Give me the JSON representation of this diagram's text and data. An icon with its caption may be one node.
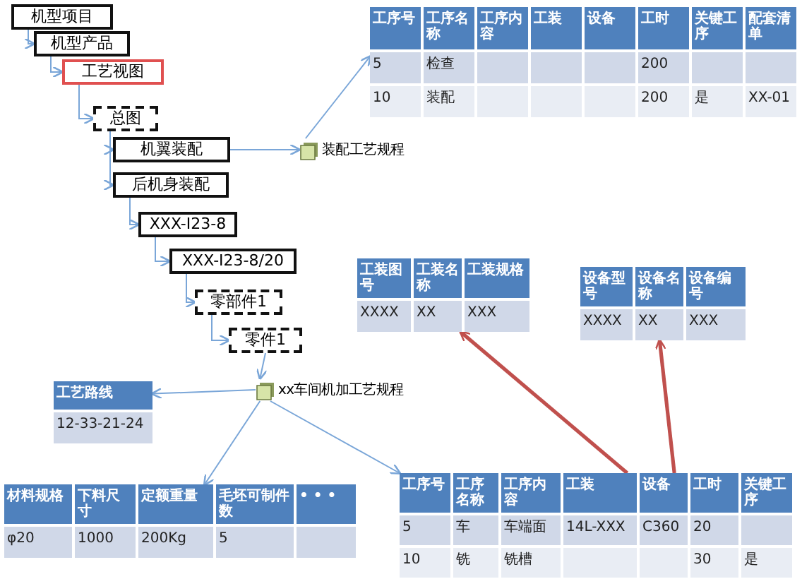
{
  "diagram": {
    "nodes": [
      {
        "text": [
          "机型项目"
        ]
      },
      {
        "text": [
          "机型产品"
        ]
      },
      {
        "text": [
          "工艺视图"
        ]
      },
      {
        "text": [
          "总图"
        ]
      },
      {
        "text": [
          "机翼装配"
        ]
      },
      {
        "text": [
          "后机身装配"
        ]
      },
      {
        "text": [
          "XXX-I23-8"
        ]
      },
      {
        "text": [
          "XXX-I23-8/20"
        ]
      },
      {
        "text": [
          "零部件1"
        ]
      },
      {
        "text": [
          "零件1"
        ]
      },
      {
        "text": [
          "装配工艺规程"
        ]
      },
      {
        "text": [
          "工序号",
          "工序名称",
          "工序内容",
          "工装",
          "设备",
          "工时",
          "关键工序",
          "配套清单",
          "5",
          "检查",
          "200",
          "10",
          "装配",
          "200",
          "是",
          "XX-01"
        ]
      },
      {
        "text": [
          "工装图号",
          "工装名称",
          "工装规格",
          "XXXX",
          "XX",
          "XXX"
        ]
      },
      {
        "text": [
          "设备型号",
          "设备名称",
          "设备编号",
          "XXXX",
          "XX",
          "XXX"
        ]
      },
      {
        "text": [
          "xx车间机加工艺规程"
        ]
      },
      {
        "text": [
          "工艺路线",
          "12-33-21-24"
        ]
      },
      {
        "text": [
          "材料规格",
          "下料尺寸",
          "定额重量",
          "毛坯可制件数",
          "• • •",
          "φ20",
          "1000",
          "200Kg",
          "5"
        ]
      },
      {
        "text": [
          "工序号",
          "工序名称",
          "工序内容",
          "工装",
          "设备",
          "工时",
          "关键工序",
          "5",
          "车",
          "车端面",
          "14L-XXX",
          "C360",
          "20",
          "10",
          "铣",
          "铣槽",
          "30",
          "是"
        ]
      }
    ],
    "edges": [
      {
        "from": 0,
        "to": 1,
        "arrow": "to"
      },
      {
        "from": 1,
        "to": 2,
        "arrow": "to"
      },
      {
        "from": 2,
        "to": 3,
        "arrow": "to"
      },
      {
        "from": 3,
        "to": 4,
        "arrow": "to"
      },
      {
        "from": 3,
        "to": 5,
        "arrow": "to"
      },
      {
        "from": 5,
        "to": 6,
        "arrow": "to"
      },
      {
        "from": 6,
        "to": 7,
        "arrow": "to"
      },
      {
        "from": 7,
        "to": 8,
        "arrow": "to"
      },
      {
        "from": 8,
        "to": 9,
        "arrow": "to"
      },
      {
        "from": 4,
        "to": 10,
        "arrow": "to"
      },
      {
        "from": 10,
        "to": 11,
        "arrow": "to"
      },
      {
        "from": 9,
        "to": 14,
        "arrow": "to"
      },
      {
        "from": 14,
        "to": 15,
        "arrow": "to"
      },
      {
        "from": 14,
        "to": 16,
        "arrow": "to"
      },
      {
        "from": 14,
        "to": 17,
        "arrow": "to"
      },
      {
        "from": 17,
        "to": 12,
        "arrow": "to",
        "color": "#c0504d",
        "style": "thick"
      },
      {
        "from": 17,
        "to": 13,
        "arrow": "to",
        "color": "#c0504d",
        "style": "thick"
      }
    ]
  }
}
